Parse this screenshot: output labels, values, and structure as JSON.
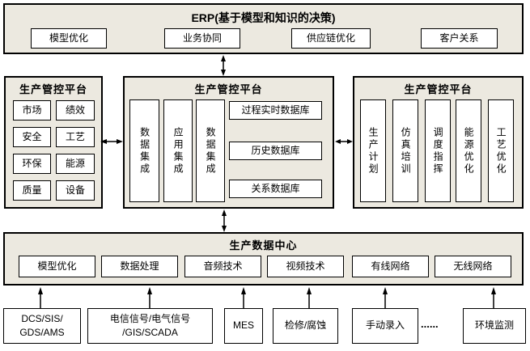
{
  "colors": {
    "panel_background": "#ece9e0",
    "box_background": "#ffffff",
    "border": "#000000",
    "text": "#000000"
  },
  "erp": {
    "title": "ERP(基于模型和知识的决策)",
    "boxes": [
      "模型优化",
      "业务协同",
      "供应链优化",
      "客户关系"
    ]
  },
  "left_platform": {
    "title": "生产管控平台",
    "boxes": [
      "市场",
      "绩效",
      "安全",
      "工艺",
      "环保",
      "能源",
      "质量",
      "设备"
    ]
  },
  "center_platform": {
    "title": "生产管控平台",
    "integration_boxes": [
      "数据集成",
      "应用集成",
      "数据集成"
    ],
    "database_boxes": [
      "过程实时数据库",
      "历史数据库",
      "关系数据库"
    ]
  },
  "right_platform": {
    "title": "生产管控平台",
    "boxes": [
      "生产计划",
      "仿真培训",
      "调度指挥",
      "能源优化",
      "工艺优化"
    ]
  },
  "data_center": {
    "title": "生产数据中心",
    "boxes": [
      "模型优化",
      "数据处理",
      "音频技术",
      "视频技术",
      "有线网络",
      "无线网络"
    ]
  },
  "sources": {
    "items": [
      {
        "line1": "DCS/SIS/",
        "line2": "GDS/AMS"
      },
      {
        "line1": "电信信号/电气信号",
        "line2": "/GIS/SCADA"
      },
      {
        "line1": "MES"
      },
      {
        "line1": "检修/腐蚀"
      },
      {
        "line1": "手动录入"
      },
      {
        "line1": "环境监测"
      }
    ],
    "ellipsis": "......"
  },
  "connections": [
    {
      "from": "erp-panel",
      "to": "center-platform-panel",
      "type": "double-arrow-vertical"
    },
    {
      "from": "left-platform-panel",
      "to": "center-platform-panel",
      "type": "double-arrow-horizontal"
    },
    {
      "from": "center-platform-panel",
      "to": "right-platform-panel",
      "type": "double-arrow-horizontal"
    },
    {
      "from": "center-platform-panel",
      "to": "data-center-panel",
      "type": "double-arrow-vertical"
    },
    {
      "from": "source-dcs-sis-gds-ams",
      "to": "data-center-panel",
      "type": "up-arrow"
    },
    {
      "from": "source-telecom-signals",
      "to": "data-center-panel",
      "type": "up-arrow"
    },
    {
      "from": "source-mes",
      "to": "data-center-panel",
      "type": "up-arrow"
    },
    {
      "from": "source-maintenance-corrosion",
      "to": "data-center-panel",
      "type": "up-arrow"
    },
    {
      "from": "source-manual-entry",
      "to": "data-center-panel",
      "type": "up-arrow"
    },
    {
      "from": "source-environment-monitoring",
      "to": "data-center-panel",
      "type": "up-arrow"
    }
  ]
}
